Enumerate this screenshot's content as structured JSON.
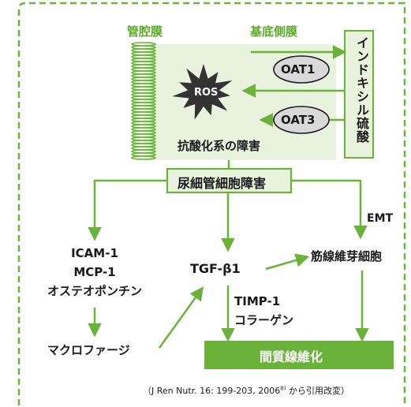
{
  "colors": {
    "green": "#6ab23a",
    "light_green": "#e8f2dc",
    "dark": "#1a1a1a",
    "oval_fill": "#d9d9d9",
    "white": "#ffffff"
  },
  "membranes": {
    "luminal": "管腔膜",
    "basolateral": "基底側膜"
  },
  "transporters": {
    "oat1": "OAT1",
    "oat3": "OAT3"
  },
  "indoxyl_sulfate": "インドキシル硫酸",
  "ros": "ROS",
  "antioxidant_disorder": "抗酸化系の障害",
  "tubular_injury": "尿細管細胞障害",
  "emt": "EMT",
  "myofibroblast": "筋線維芽細胞",
  "left_column": {
    "line1": "ICAM-1",
    "line2": "MCP-1",
    "line3": "オステオポンチン"
  },
  "macrophage": "マクロファージ",
  "tgf": "TGF-β1",
  "timp": {
    "line1": "TIMP-1",
    "line2": "コラーゲン"
  },
  "fibrosis": "間質線維化",
  "citation": "（J Ren Nutr. 16: 199-203, 2006",
  "citation_ref": "8)",
  "citation_tail": "から引用改変）"
}
